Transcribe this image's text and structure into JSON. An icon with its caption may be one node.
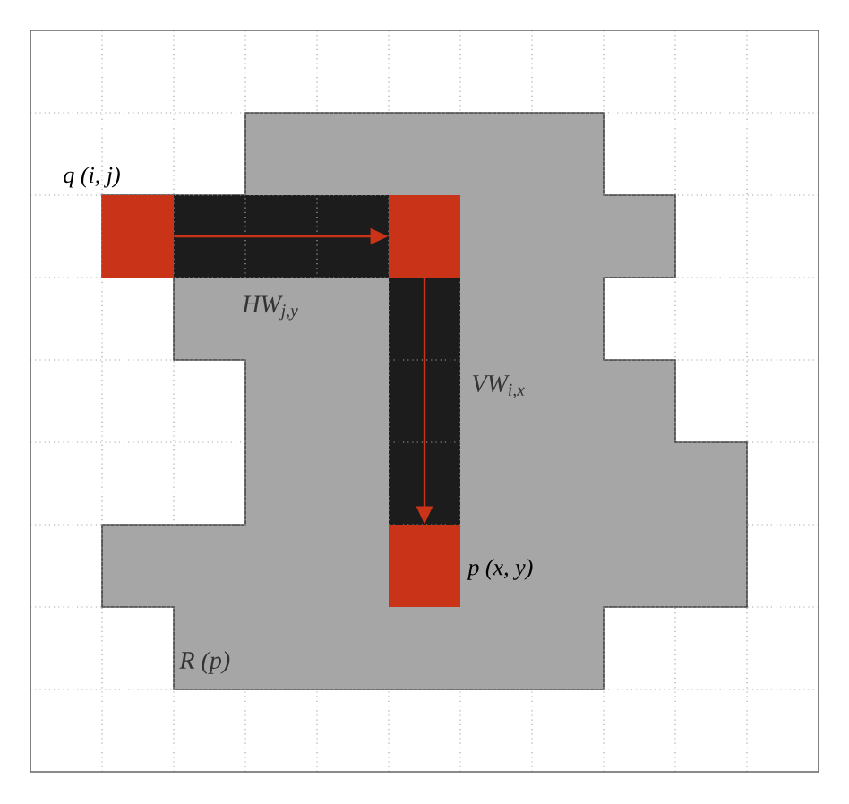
{
  "diagram": {
    "nodes": [
      {
        "text": [],
        "shape": "box",
        "beside": [
          "q (i, j)"
        ]
      },
      {
        "text": [],
        "shape": "box"
      },
      {
        "text": [],
        "shape": "box",
        "beside": [
          "p (x, y)"
        ]
      }
    ],
    "edges": [
      {
        "from": 0,
        "to": 1,
        "arrow": "to"
      },
      {
        "from": 1,
        "to": 2,
        "arrow": "to"
      }
    ],
    "labels": [
      "HW$_{j,y}$",
      "VW$_{i,x}$",
      "R (p)"
    ]
  }
}
